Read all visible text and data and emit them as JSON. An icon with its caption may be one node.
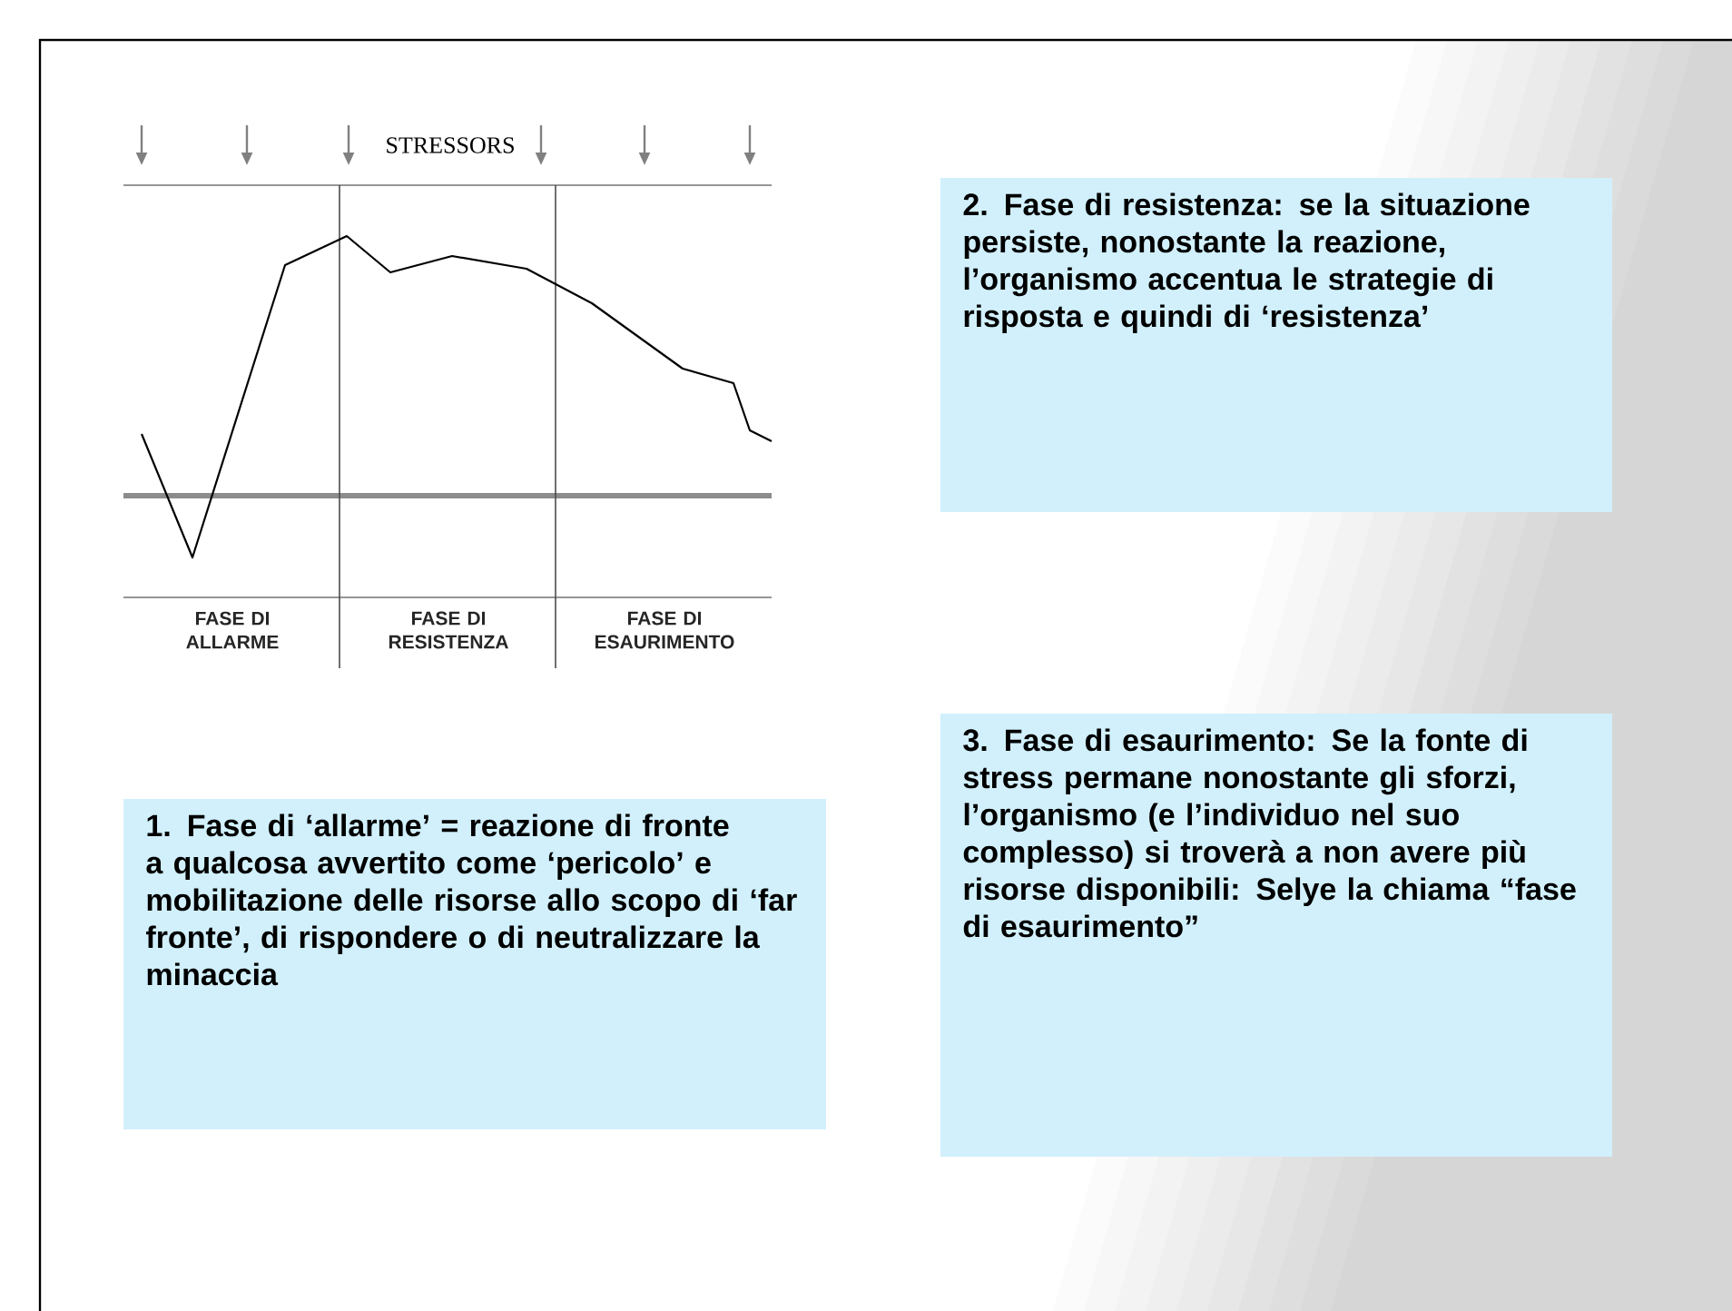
{
  "diagram": {
    "nodes": [
      {
        "text": [
          "2. Fase di resistenza: se la situazione persiste, nonostante la reazione, l’organismo accentua le strategie di risposta e quindi di ‘resistenza’"
        ]
      },
      {
        "text": [
          "1. Fase di ‘allarme’ = reazione di fronte a qualcosa avvertito come ‘pericolo’ e mobilitazione delle risorse allo scopo di ‘far fronte’, di rispondere o di neutralizzare la minaccia"
        ]
      },
      {
        "text": [
          "3. Fase di esaurimento: Se la fonte di stress permane nonostante gli sforzi, l’organismo (e l’individuo nel suo complesso) si troverà a non avere più risorse disponibili: Selye la chiama “fase di esaurimento”"
        ]
      }
    ],
    "labels": [
      "STRESSORS",
      "FASE DI ALLARME",
      "FASE DI RESISTENZA",
      "FASE DI ESAURIMENTO"
    ]
  }
}
